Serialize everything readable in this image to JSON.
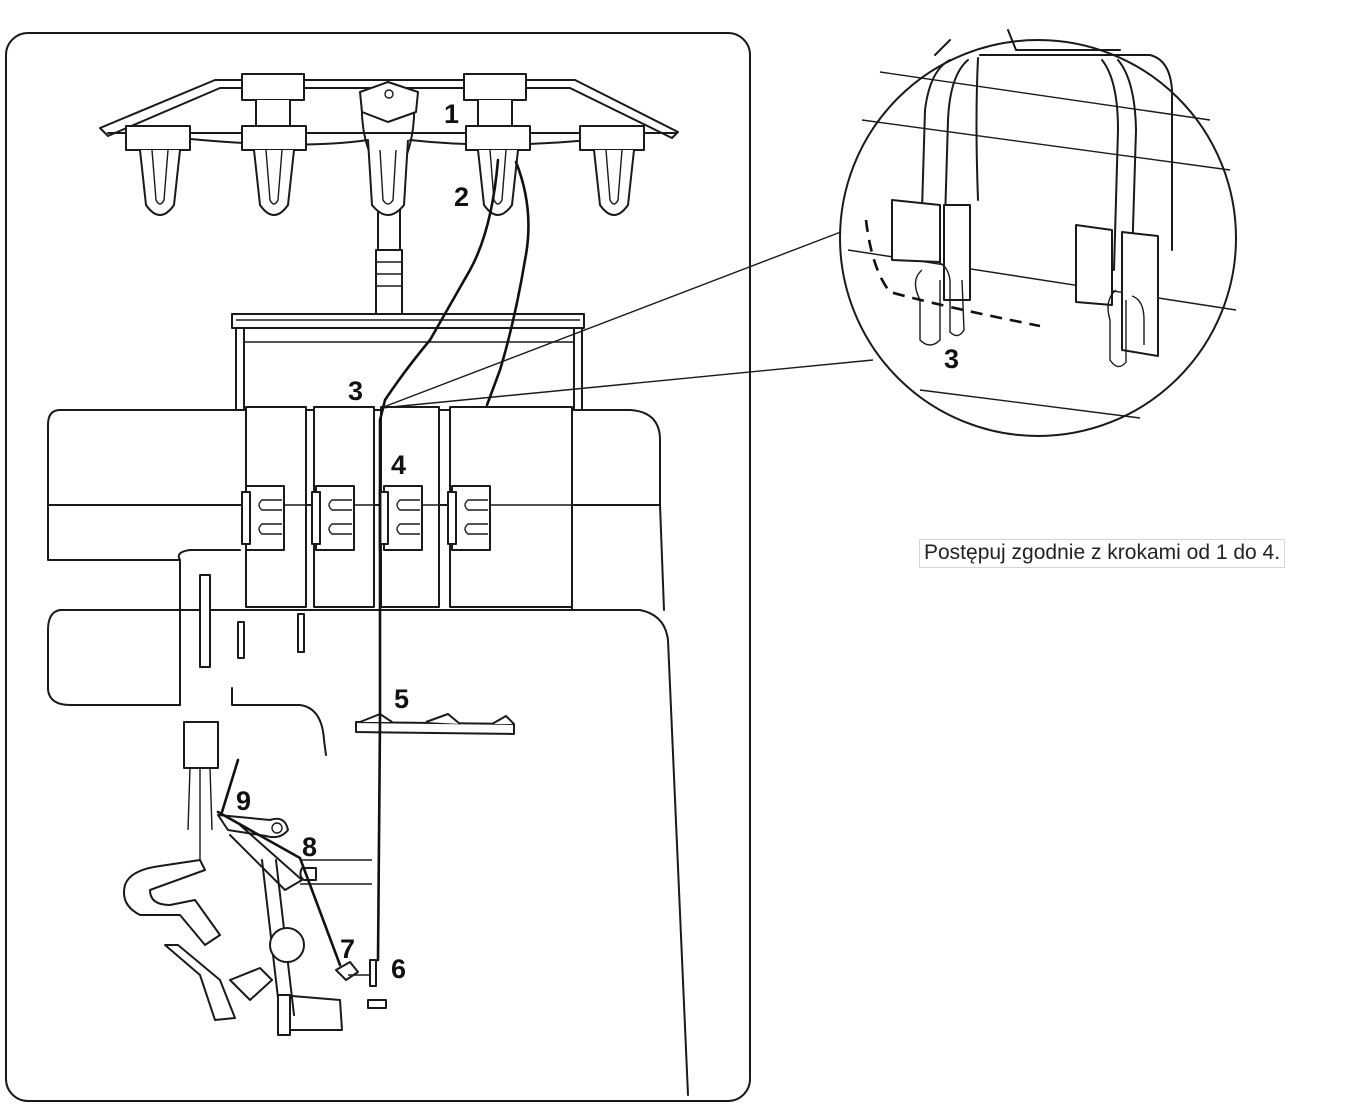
{
  "instruction": "Postępuj zgodnie z krokami od 1 do 4.",
  "callouts": {
    "step1": "1",
    "step2": "2",
    "step3": "3",
    "step3_detail": "3",
    "step4": "4",
    "step5": "5",
    "step6": "6",
    "step7": "7",
    "step8": "8",
    "step9": "9"
  }
}
